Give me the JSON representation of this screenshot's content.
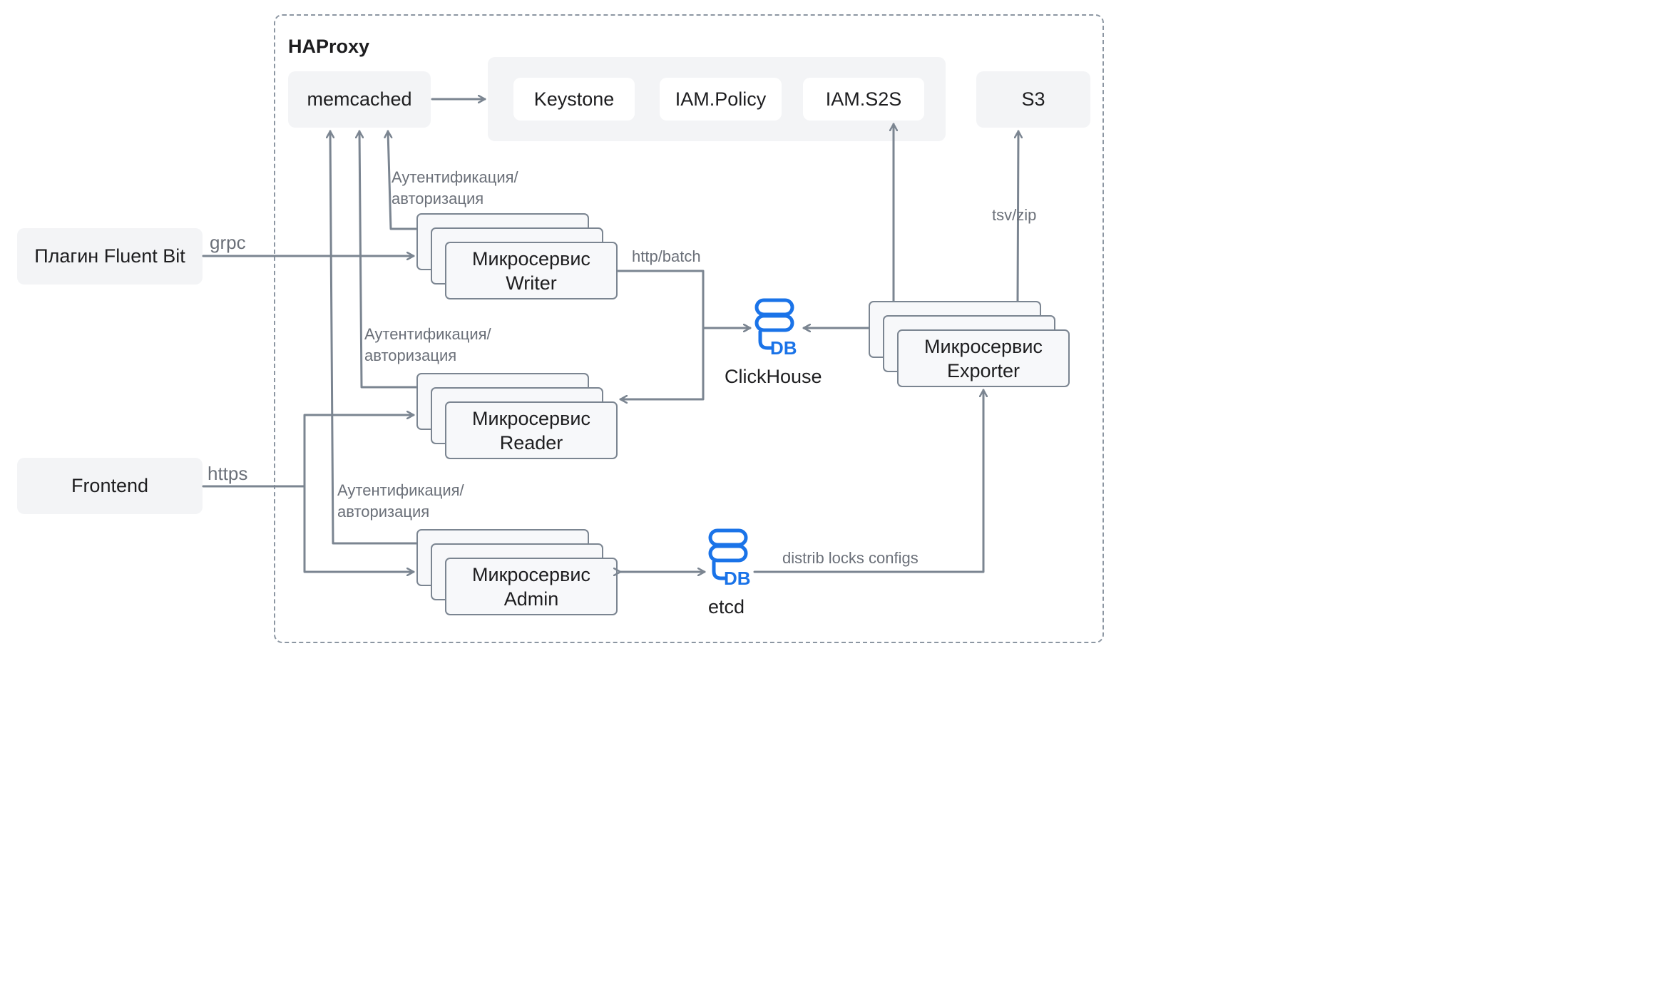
{
  "frame": {
    "title": "HAProxy"
  },
  "nodes": {
    "memcached": "memcached",
    "keystone": "Keystone",
    "iam_policy": "IAM.Policy",
    "iam_s2s": "IAM.S2S",
    "s3": "S3",
    "fluent_bit": "Плагин Fluent Bit",
    "frontend": "Frontend"
  },
  "services": {
    "writer": {
      "line1": "Микросервис",
      "line2": "Writer"
    },
    "reader": {
      "line1": "Микросервис",
      "line2": "Reader"
    },
    "admin": {
      "line1": "Микросервис",
      "line2": "Admin"
    },
    "exporter": {
      "line1": "Микросервис",
      "line2": "Exporter"
    }
  },
  "databases": {
    "clickhouse": {
      "name": "ClickHouse",
      "badge": "DB"
    },
    "etcd": {
      "name": "etcd",
      "badge": "DB"
    }
  },
  "edges": {
    "auth_line1": "Аутентификация/",
    "auth_line2": "авторизация",
    "grpc": "grpc",
    "https": "https",
    "http_batch": "http/batch",
    "tsv_zip": "tsv/zip",
    "distrib": "distrib locks configs"
  },
  "colors": {
    "line": "#7b8591",
    "db": "#1a73e8",
    "box": "#f3f4f6"
  }
}
